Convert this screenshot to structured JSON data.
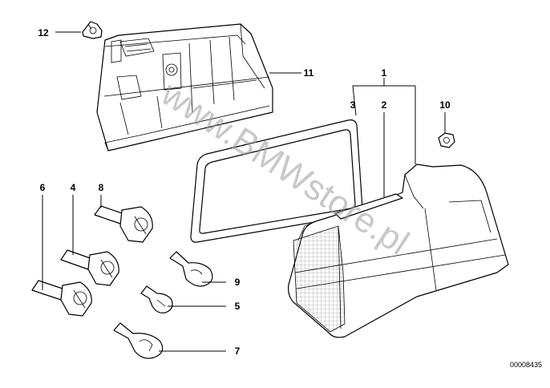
{
  "diagram": {
    "callouts": {
      "p1": "1",
      "p2": "2",
      "p3": "3",
      "p4": "4",
      "p5": "5",
      "p6": "6",
      "p7": "7",
      "p8": "8",
      "p9": "9",
      "p10": "10",
      "p11": "11",
      "p12": "12"
    },
    "document_number": "00008435",
    "watermark": "www.BMWstore.pl"
  }
}
